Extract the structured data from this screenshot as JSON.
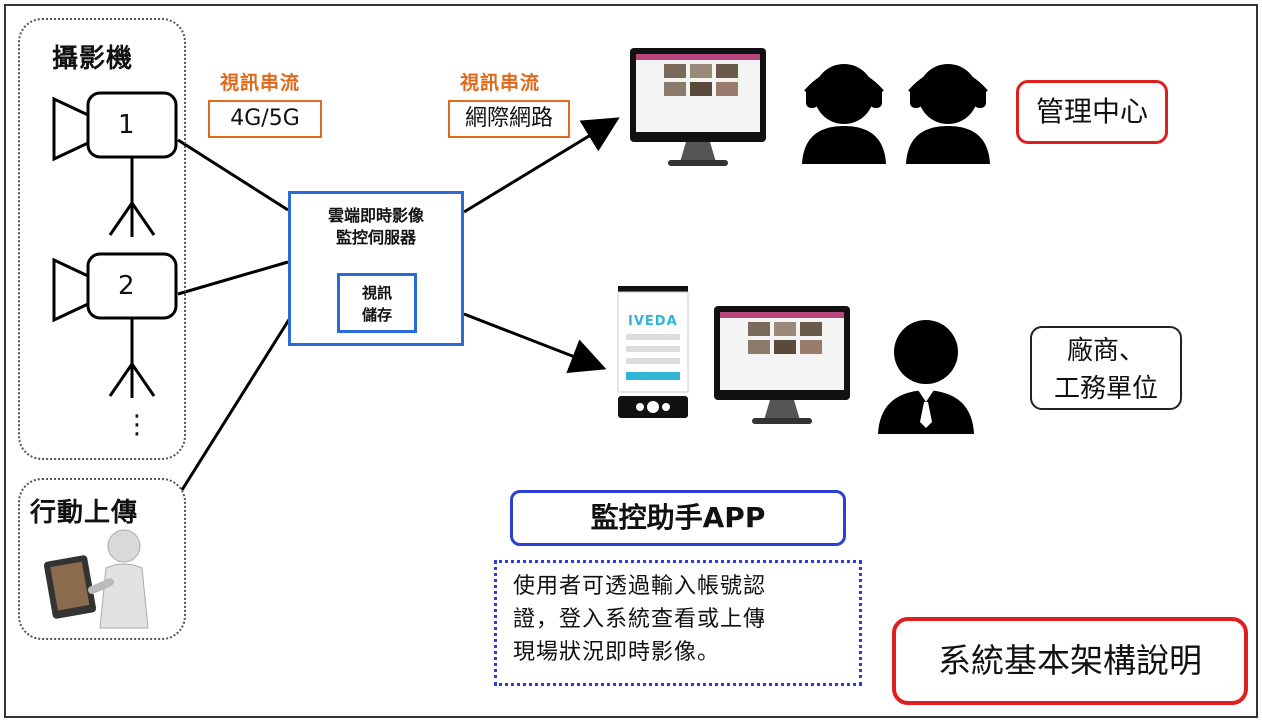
{
  "cameras": {
    "title": "攝影機",
    "camera_1": "1",
    "camera_2": "2",
    "more": "⋮"
  },
  "mobile_upload": {
    "title": "行動上傳"
  },
  "stream_left": {
    "label": "視訊串流",
    "network": "4G/5G"
  },
  "stream_right": {
    "label": "視訊串流",
    "network": "網際網路"
  },
  "server": {
    "line1": "雲端即時影像",
    "line2": "監控伺服器",
    "storage_line1": "視訊",
    "storage_line2": "儲存"
  },
  "management": {
    "label": "管理中心"
  },
  "vendor": {
    "line1": "廠商、",
    "line2": "工務單位"
  },
  "phone": {
    "brand": "IVEDA"
  },
  "app": {
    "title": "監控助手APP",
    "desc_line1": "使用者可透過輸入帳號認",
    "desc_line2": "證，登入系統查看或上傳",
    "desc_line3": "現場狀況即時影像。"
  },
  "system_label": "系統基本架構說明",
  "colors": {
    "accent_blue": "#2b6bd6",
    "accent_red": "#e01e1e",
    "accent_orange": "#e06a1c",
    "monitor_pink": "#b8467a"
  }
}
